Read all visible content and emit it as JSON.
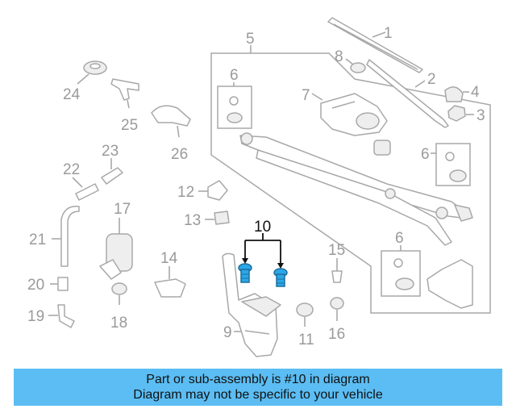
{
  "diagram": {
    "callouts": [
      "1",
      "2",
      "3",
      "4",
      "5",
      "6",
      "7",
      "8",
      "9",
      "10",
      "11",
      "12",
      "13",
      "14",
      "15",
      "16",
      "17",
      "18",
      "19",
      "20",
      "21",
      "22",
      "23",
      "24",
      "25",
      "26"
    ],
    "highlighted_callout": "10",
    "colors": {
      "highlight_part": "#2aa7e8",
      "part_outline": "#a8a8a8",
      "callout_text": "#9a9a9a",
      "banner_background": "#5bbdf3"
    }
  },
  "banner": {
    "line1": "Part or sub-assembly is #10 in diagram",
    "line2": "Diagram may not be specific to your vehicle"
  }
}
